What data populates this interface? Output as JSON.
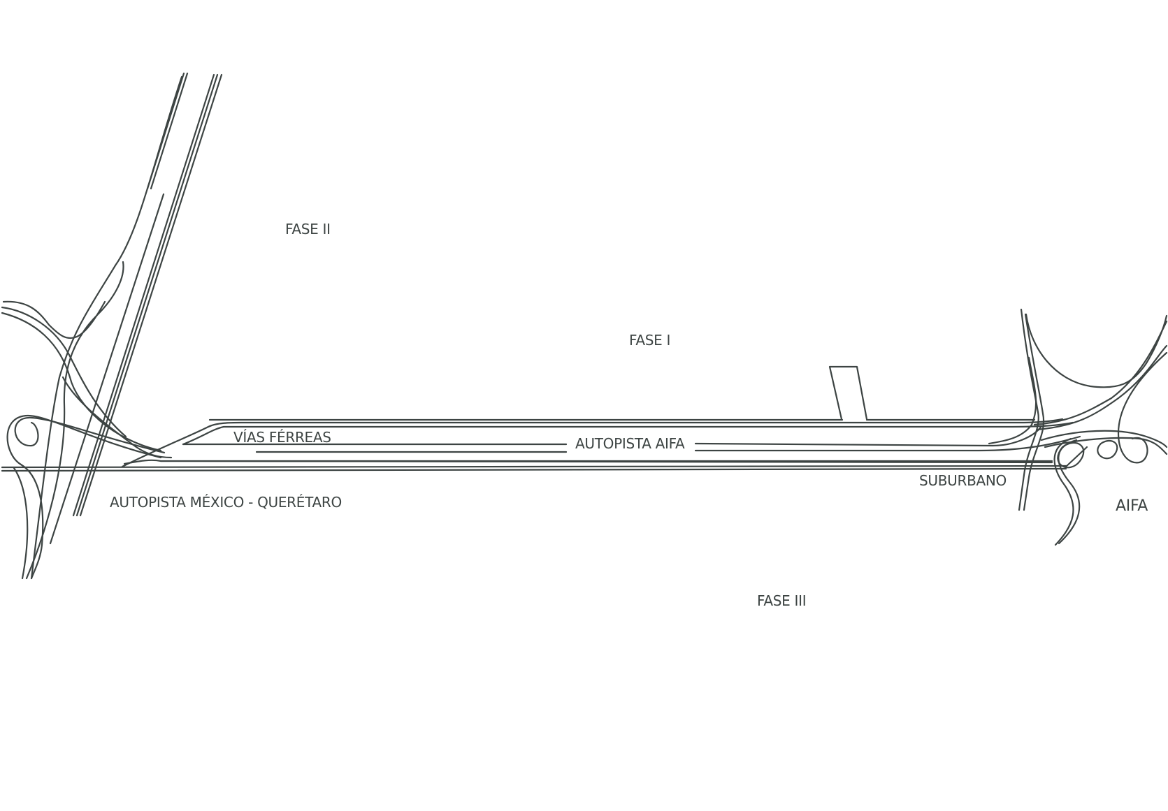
{
  "colors": {
    "line": "#3d4443",
    "text": "#3d4443"
  },
  "labels": {
    "fase_ii": "FASE II",
    "fase_i": "FASE I",
    "fase_iii": "FASE III",
    "vias_ferreas": "VÍAS FÉRREAS",
    "autopista_aifa": "AUTOPISTA  AIFA",
    "autopista_mexico_queretaro": "AUTOPISTA  MÉXICO - QUERÉTARO",
    "suburbano": "SUBURBANO",
    "aifa": "AIFA"
  }
}
